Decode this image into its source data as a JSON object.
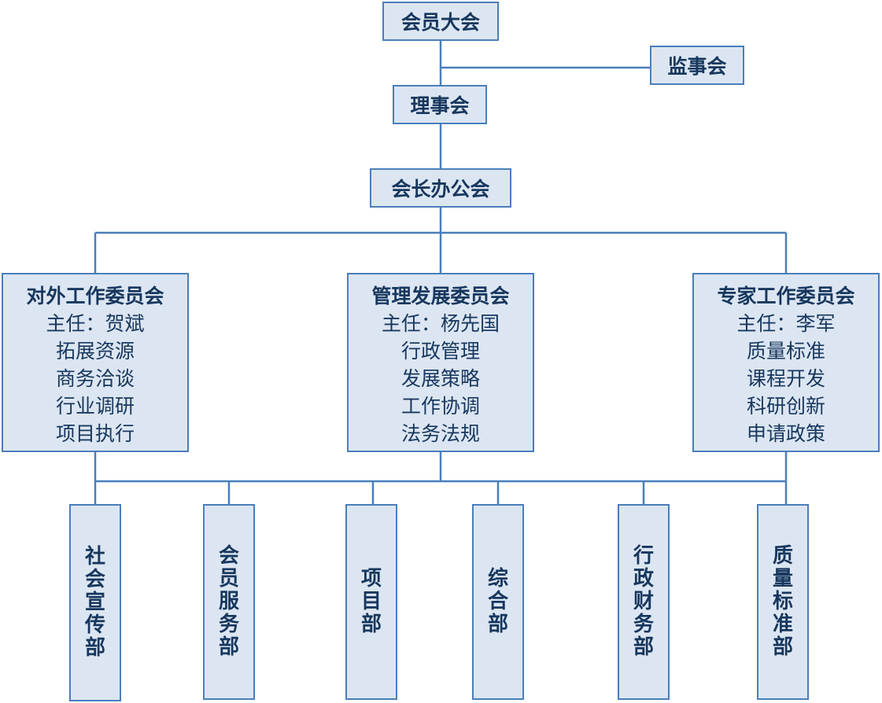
{
  "top": {
    "general_assembly": "会员大会",
    "supervisory_board": "监事会",
    "council": "理事会",
    "president_office": "会长办公会"
  },
  "committees": [
    {
      "title": "对外工作委员会",
      "director": "主任：贺斌",
      "duties": [
        "拓展资源",
        "商务洽谈",
        "行业调研",
        "项目执行"
      ]
    },
    {
      "title": "管理发展委员会",
      "director": "主任：杨先国",
      "duties": [
        "行政管理",
        "发展策略",
        "工作协调",
        "法务法规"
      ]
    },
    {
      "title": "专家工作委员会",
      "director": "主任：李军",
      "duties": [
        "质量标准",
        "课程开发",
        "科研创新",
        "申请政策"
      ]
    }
  ],
  "departments": [
    "社会宣传部",
    "会员服务部",
    "项目部",
    "综合部",
    "行政财务部",
    "质量标准部"
  ],
  "colors": {
    "box_fill": "#dce6f2",
    "box_border": "#4a7ebb",
    "connector": "#4a7ebb",
    "text": "#17375e"
  }
}
